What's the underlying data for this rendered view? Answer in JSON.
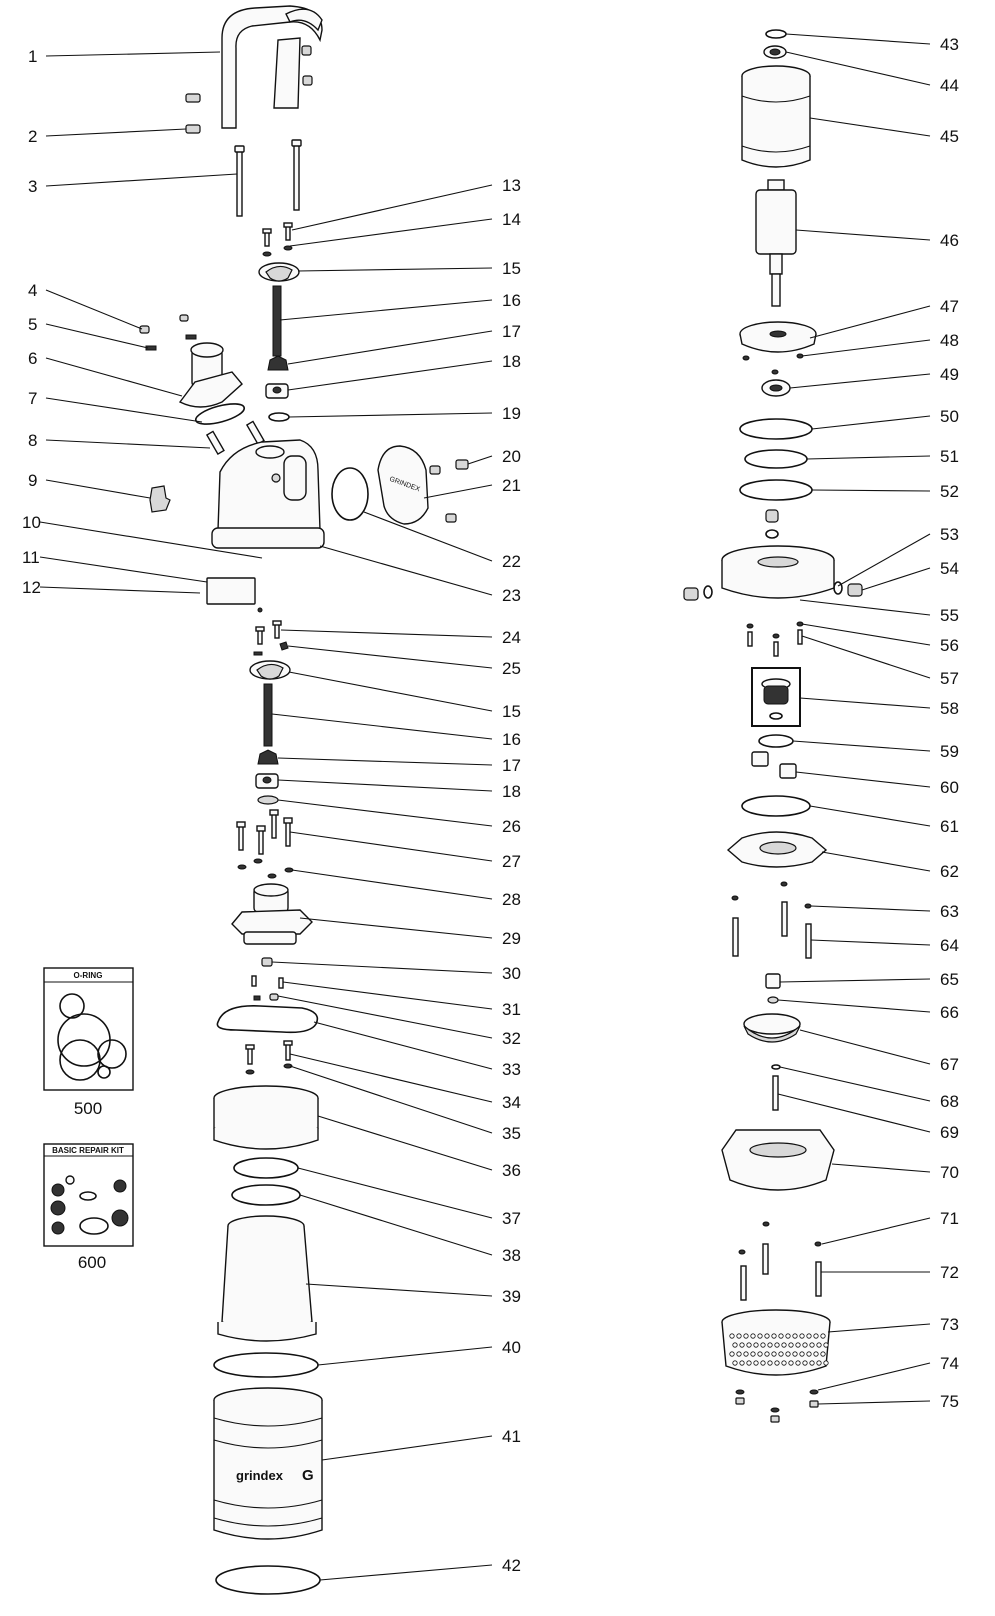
{
  "diagram": {
    "left_labels": [
      "1",
      "2",
      "3",
      "4",
      "5",
      "6",
      "7",
      "8",
      "9",
      "10",
      "11",
      "12"
    ],
    "center_labels": [
      "13",
      "14",
      "15",
      "16",
      "17",
      "18",
      "19",
      "20",
      "21",
      "22",
      "23",
      "24",
      "25",
      "15",
      "16",
      "17",
      "18",
      "26",
      "27",
      "28",
      "29",
      "30",
      "31",
      "32",
      "33",
      "34",
      "35",
      "36",
      "37",
      "38",
      "39",
      "40",
      "41",
      "42"
    ],
    "right_labels": [
      "43",
      "44",
      "45",
      "46",
      "47",
      "48",
      "49",
      "50",
      "51",
      "52",
      "53",
      "54",
      "55",
      "56",
      "57",
      "58",
      "59",
      "60",
      "61",
      "62",
      "63",
      "64",
      "65",
      "66",
      "67",
      "68",
      "69",
      "70",
      "71",
      "72",
      "73",
      "74",
      "75"
    ],
    "kits": [
      {
        "title": "O-RING",
        "number": "500"
      },
      {
        "title": "BASIC REPAIR KIT",
        "number": "600"
      }
    ],
    "stator_brand": "grindex",
    "cover_brand": "GRINDEX"
  }
}
